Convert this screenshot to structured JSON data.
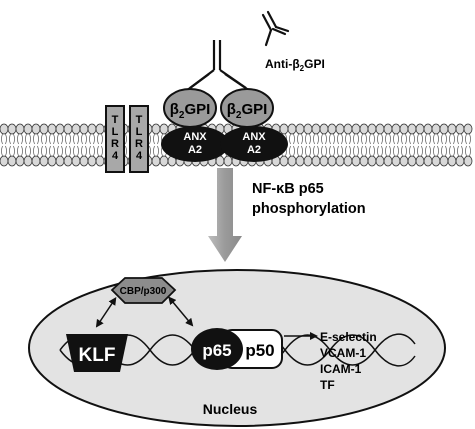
{
  "labels": {
    "antibody_prefix": "Anti-β",
    "antibody_sub": "2",
    "antibody_suffix": "GPI",
    "b2gpi_prefix": "β",
    "b2gpi_sub": "2",
    "b2gpi_suffix": "GPI",
    "anx_line1": "ANX",
    "anx_line2": "A2",
    "tlr_letters": [
      "T",
      "L",
      "R",
      "4"
    ],
    "signal_line1": "NF-κB p65",
    "signal_line2": "phosphorylation",
    "cbp": "CBP/p300",
    "klf": "KLF",
    "p65": "p65",
    "p50": "p50",
    "targets": [
      "E-selectin",
      "VCAM-1",
      "ICAM-1",
      "TF"
    ],
    "nucleus": "Nucleus"
  },
  "colors": {
    "ink": "#111111",
    "membrane_head": "#d9d9d9",
    "b2gpi_fill": "#9a9a9a",
    "cbp_fill": "#8c8c8c",
    "tlr_fill": "#a8a8a8",
    "nucleus_fill": "#e3e3e3",
    "arrow_fill": "#9c9c9c"
  }
}
